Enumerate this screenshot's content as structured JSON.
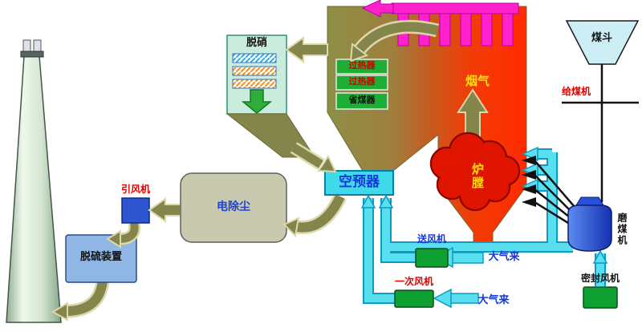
{
  "labels": {
    "scr": "脱硝",
    "superheater_1": "过热器",
    "superheater_2": "过热器",
    "economizer": "省煤器",
    "flue_gas": "烟气",
    "furnace": "炉膛",
    "air_preheater": "空预器",
    "id_fan": "引风机",
    "esp": "电除尘",
    "fgd": "脱硫装置",
    "coal_hopper": "煤斗",
    "coal_feeder": "给煤机",
    "coal_mill": "磨煤机",
    "fd_fan": "送风机",
    "atmosphere_fd": "大气来",
    "pa_fan": "一次风机",
    "atmosphere_pa": "大气来",
    "seal_fan": "密封风机"
  },
  "colors": {
    "furnace_red": "#ff2a00",
    "flue_gas_khaki": "#84854a",
    "air_pipe_cyan": "#59dff0",
    "steam_magenta": "#ff22cc",
    "equipment_green": "#0fa032",
    "mill_blue": "#2a50d8",
    "label_red": "#e00000",
    "label_blue": "#1438d8",
    "label_yellow": "#ffe000"
  }
}
